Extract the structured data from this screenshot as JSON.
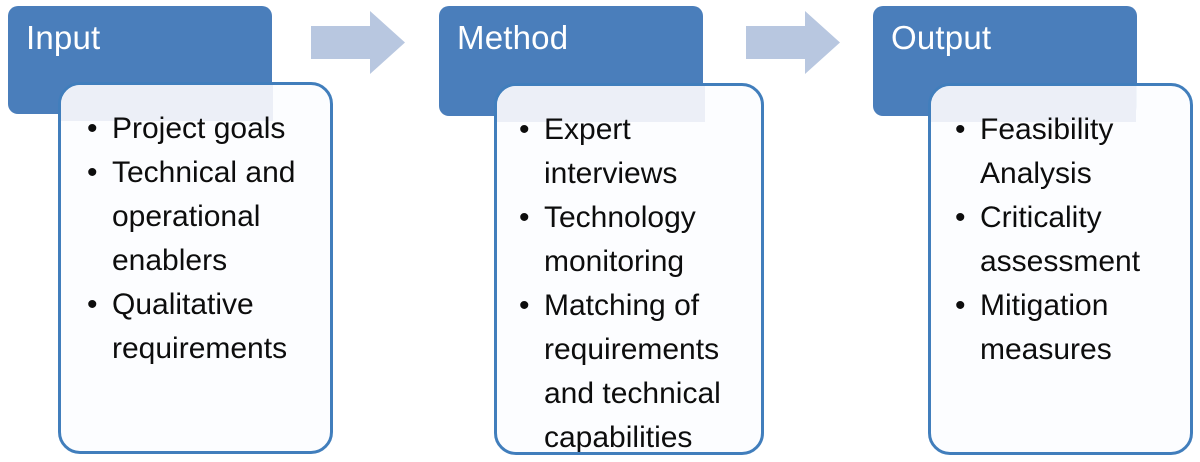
{
  "diagram": {
    "title": "Input-Method-Output process diagram",
    "colors": {
      "header_blue": "#4a7ebb",
      "card_border_blue": "#417ebc",
      "card_fill": "#fcfdff",
      "arrow_blue": "#b8c7e0",
      "header_text": "#ffffff",
      "bullet_text": "#0d0d0d",
      "background": "#ffffff"
    },
    "stages": [
      {
        "id": "input",
        "header_label": "Input",
        "bullets": [
          "Project goals",
          "Technical and operational enablers",
          "Qualitative requirements"
        ]
      },
      {
        "id": "method",
        "header_label": "Method",
        "bullets": [
          "Expert interviews",
          "Technology monitoring",
          "Matching of requirements and technical capabilities"
        ]
      },
      {
        "id": "output",
        "header_label": "Output",
        "bullets": [
          "Feasibility Analysis",
          "Criticality assessment",
          "Mitigation measures"
        ]
      }
    ],
    "connectors": [
      {
        "id": "arrow-input-to-method",
        "icon": "right-arrow-icon",
        "from": "input",
        "to": "method"
      },
      {
        "id": "arrow-method-to-output",
        "icon": "right-arrow-icon",
        "from": "method",
        "to": "output"
      }
    ]
  }
}
